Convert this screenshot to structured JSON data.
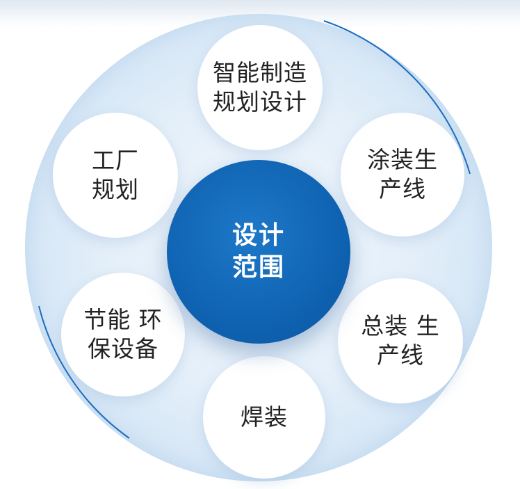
{
  "center": {
    "line1": "设计",
    "line2": "范围"
  },
  "nodes": [
    {
      "id": "smart-manufacturing",
      "lines": [
        "智能制造",
        "规划设计"
      ]
    },
    {
      "id": "painting-line",
      "lines": [
        "涂装生",
        "产线"
      ]
    },
    {
      "id": "assembly-line",
      "lines": [
        "总装 生",
        "产线"
      ]
    },
    {
      "id": "welding",
      "lines": [
        "焊装"
      ]
    },
    {
      "id": "energy-saving",
      "lines": [
        "节能 环",
        "保设备"
      ]
    },
    {
      "id": "factory-planning",
      "lines": [
        "工厂",
        "规划"
      ]
    }
  ],
  "colors": {
    "center_fill": "#0f63b2",
    "outer_ring": "#1a6cc0",
    "outer_fill": "#dbe9f7"
  }
}
